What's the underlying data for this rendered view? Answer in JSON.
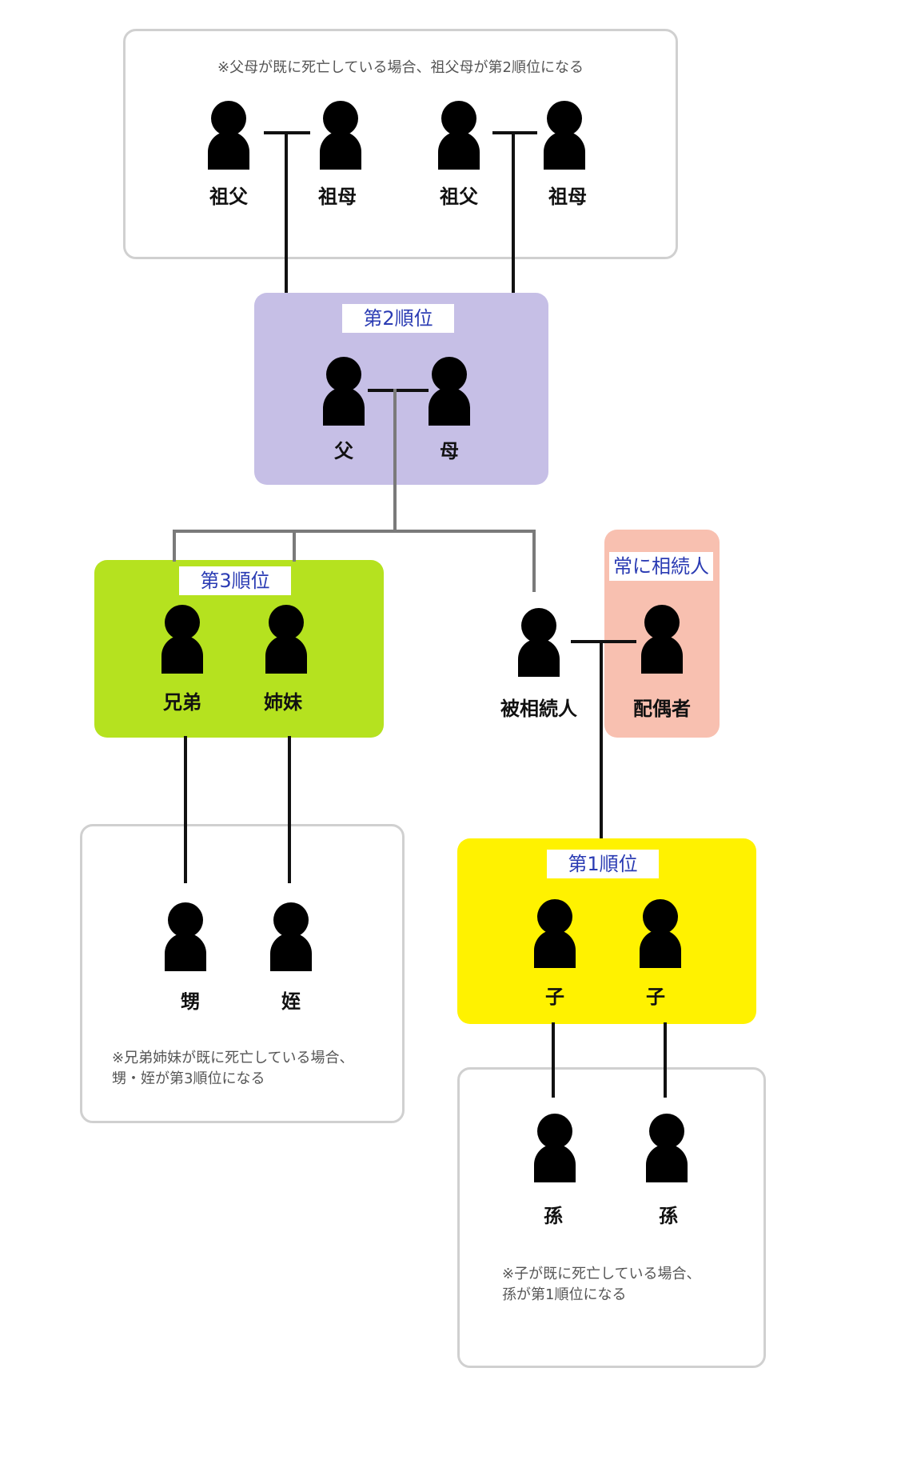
{
  "grandparents": {
    "note": "※父母が既に死亡している場合、祖父母が第2順位になる",
    "labels": [
      "祖父",
      "祖母",
      "祖父",
      "祖母"
    ]
  },
  "parents": {
    "rank": "第2順位",
    "labels": [
      "父",
      "母"
    ],
    "color": "#c6bfe6"
  },
  "siblings": {
    "rank": "第3順位",
    "labels": [
      "兄弟",
      "姉妹"
    ],
    "color": "#b5e21f"
  },
  "decedent": {
    "label": "被相続人"
  },
  "spouse": {
    "rank": "常に相続人",
    "label": "配偶者",
    "color": "#f8c0b0"
  },
  "nephews": {
    "labels": [
      "甥",
      "姪"
    ],
    "note_lines": [
      "※兄弟姉妹が既に死亡している場合、",
      "甥・姪が第3順位になる"
    ]
  },
  "children": {
    "rank": "第1順位",
    "labels": [
      "子",
      "子"
    ],
    "color": "#fff200"
  },
  "grandchildren": {
    "labels": [
      "孫",
      "孫"
    ],
    "note_lines": [
      "※子が既に死亡している場合、",
      "孫が第1順位になる"
    ]
  }
}
